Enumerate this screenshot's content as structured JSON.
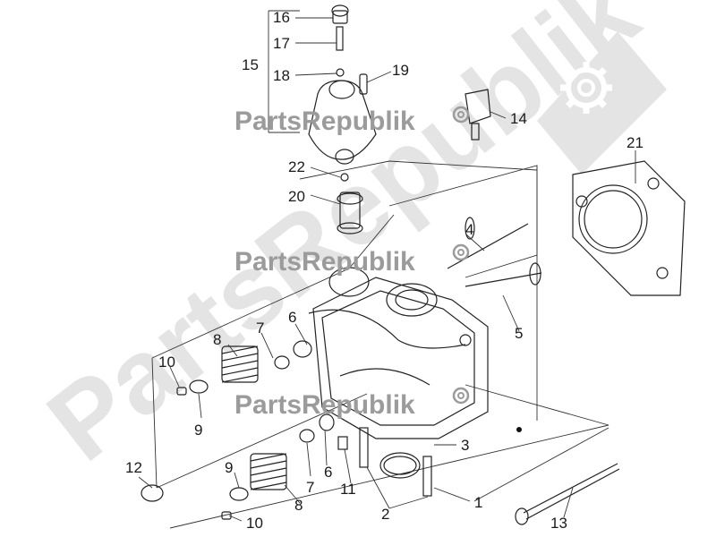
{
  "watermark": {
    "brand": "PartsRepublik"
  },
  "callouts": [
    "1",
    "2",
    "3",
    "4",
    "5",
    "6",
    "6",
    "7",
    "7",
    "8",
    "8",
    "9",
    "9",
    "10",
    "10",
    "11",
    "12",
    "13",
    "14",
    "15",
    "16",
    "17",
    "18",
    "19",
    "20",
    "21",
    "22"
  ],
  "colors": {
    "line": "#222222",
    "watermark_light": "#e2e2e2",
    "watermark_text": "#9b9b9b",
    "background": "#ffffff"
  },
  "icons": [
    "gear-icon"
  ]
}
